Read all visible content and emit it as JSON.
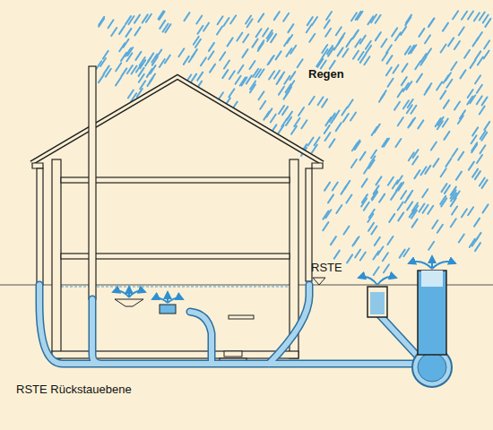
{
  "diagram": {
    "labels": [
      "Regen",
      "RSTE",
      "RSTE Rückstauebene"
    ]
  }
}
